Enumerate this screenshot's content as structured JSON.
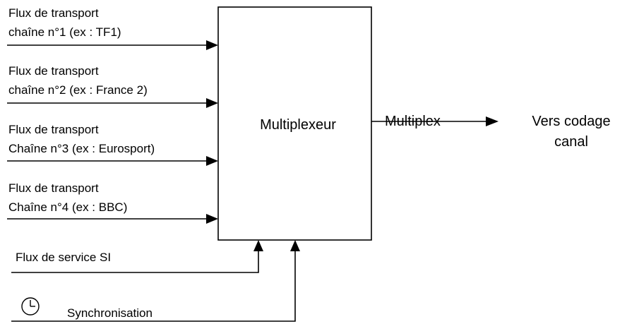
{
  "inputs": [
    {
      "line1": "Flux de transport",
      "line2": "chaîne n°1 (ex : TF1)"
    },
    {
      "line1": "Flux de transport",
      "line2": "chaîne n°2 (ex : France 2)"
    },
    {
      "line1": "Flux de transport",
      "line2": "Chaîne n°3 (ex : Eurosport)"
    },
    {
      "line1": "Flux de transport",
      "line2": "Chaîne n°4 (ex : BBC)"
    }
  ],
  "service": {
    "label": "Flux de service SI"
  },
  "sync": {
    "label": "Synchronisation",
    "icon": "clock-icon"
  },
  "mux": {
    "label": "Multiplexeur"
  },
  "output": {
    "label": "Multiplex"
  },
  "destination": {
    "line1": "Vers codage",
    "line2": "canal"
  }
}
